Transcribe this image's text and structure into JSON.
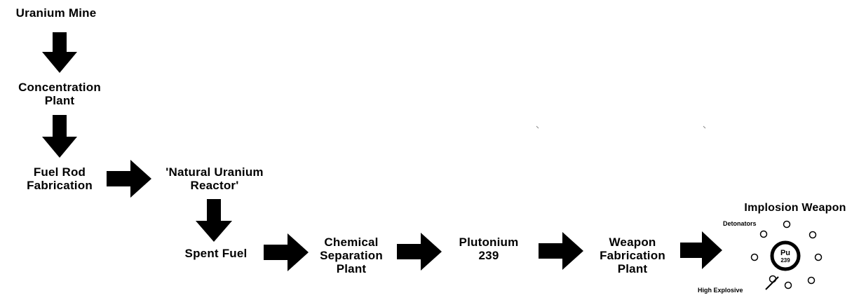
{
  "steps": {
    "uranium_mine": {
      "lines": [
        "Uranium Mine"
      ]
    },
    "concentration_plant": {
      "lines": [
        "Concentration",
        "Plant"
      ]
    },
    "fuel_rod_fabrication": {
      "lines": [
        "Fuel Rod",
        "Fabrication"
      ]
    },
    "natural_uranium_reactor": {
      "lines": [
        "'Natural Uranium",
        "Reactor'"
      ]
    },
    "spent_fuel": {
      "lines": [
        "Spent Fuel"
      ]
    },
    "chemical_separation_plant": {
      "lines": [
        "Chemical",
        "Separation",
        "Plant"
      ]
    },
    "plutonium_239": {
      "lines": [
        "Plutonium",
        "239"
      ]
    },
    "weapon_fabrication_plant": {
      "lines": [
        "Weapon",
        "Fabrication",
        "Plant"
      ]
    }
  },
  "weapon": {
    "title": "Implosion Weapon",
    "detonators_label": "Detonators",
    "high_explosive_label": "High Explosive",
    "core_symbol": "Pu",
    "core_number": "239"
  },
  "colors": {
    "ink": "#000000",
    "background": "#ffffff"
  }
}
